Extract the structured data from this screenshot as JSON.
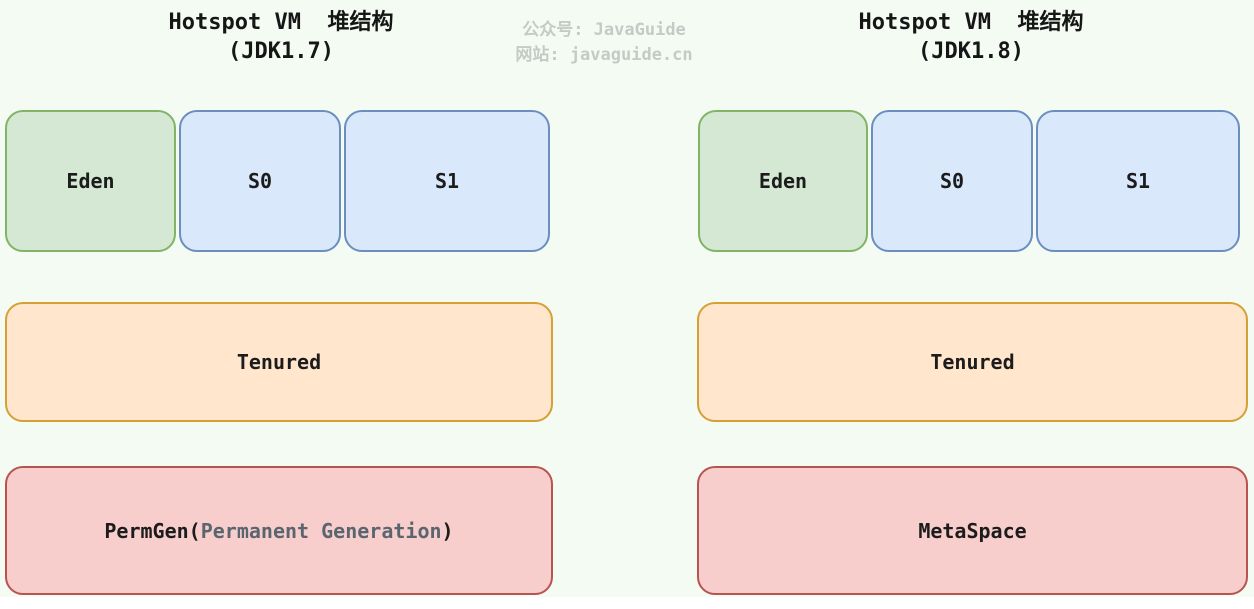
{
  "canvas": {
    "background": "#f3fbf3",
    "bottom_strip_color": "#ffffff"
  },
  "watermark": {
    "line1": "公众号: JavaGuide",
    "line2": "网站: javaguide.cn",
    "color": "#c6cac7"
  },
  "diagrams": [
    {
      "id": "jdk17",
      "title_line1": "Hotspot VM  堆结构",
      "title_line2": "(JDK1.7)",
      "young": [
        {
          "label": "Eden",
          "fill": "#d5e8d4",
          "border": "#82b366"
        },
        {
          "label": "S0",
          "fill": "#dae8fc",
          "border": "#6c8ebf"
        },
        {
          "label": "S1",
          "fill": "#dae8fc",
          "border": "#6c8ebf"
        }
      ],
      "tenured": {
        "label": "Tenured",
        "fill": "#ffe6cc",
        "border": "#d5a035"
      },
      "bottom": {
        "prefix": "PermGen(",
        "inner": "Permanent Generation",
        "suffix": ")",
        "fill": "#f8cecc",
        "border": "#b85450"
      }
    },
    {
      "id": "jdk18",
      "title_line1": "Hotspot VM  堆结构",
      "title_line2": "(JDK1.8)",
      "young": [
        {
          "label": "Eden",
          "fill": "#d5e8d4",
          "border": "#82b366"
        },
        {
          "label": "S0",
          "fill": "#dae8fc",
          "border": "#6c8ebf"
        },
        {
          "label": "S1",
          "fill": "#dae8fc",
          "border": "#6c8ebf"
        }
      ],
      "tenured": {
        "label": "Tenured",
        "fill": "#ffe6cc",
        "border": "#d5a035"
      },
      "bottom": {
        "prefix": "MetaSpace",
        "inner": "",
        "suffix": "",
        "fill": "#f8cecc",
        "border": "#b85450"
      }
    }
  ]
}
